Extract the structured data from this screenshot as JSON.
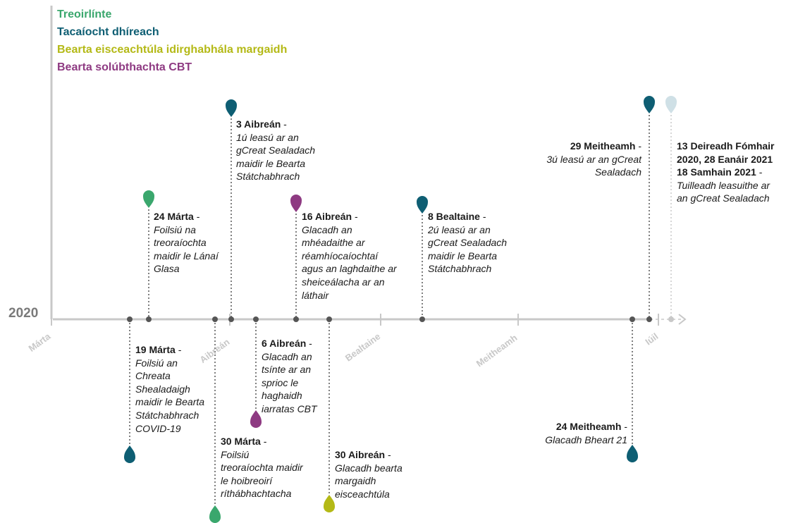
{
  "legend": [
    {
      "label": "Treoirlínte",
      "color": "#3aa76d"
    },
    {
      "label": "Tacaíocht dhíreach",
      "color": "#0e5e73"
    },
    {
      "label": "Bearta eisceachtúla idirghabhála margaidh",
      "color": "#b4b916"
    },
    {
      "label": "Bearta solúbthachta CBT",
      "color": "#8e3a82"
    }
  ],
  "year": "2020",
  "months": [
    "Márta",
    "Aibreán",
    "Bealtaine",
    "Meitheamh",
    "Iúil"
  ],
  "events": [
    {
      "date": "24 Márta",
      "text": "Foilsiú na treoraíochta maidir le Lánaí Glasa"
    },
    {
      "date": "3 Aibreán",
      "text": "1ú leasú ar an gCreat Sealadach maidir le Bearta Státchabhrach"
    },
    {
      "date": "16 Aibreán",
      "text": "Glacadh an mhéadaithe ar réamhíocaíochtaí agus an laghdaithe ar sheiceálacha ar an láthair"
    },
    {
      "date": "8 Bealtaine",
      "text": "2ú leasú ar an gCreat Sealadach maidir le Bearta Státchabhrach"
    },
    {
      "date": "29 Meitheamh",
      "text": "3ú leasú ar an gCreat Sealadach"
    },
    {
      "date": "13 Deireadh Fómhair 2020, 28 Eanáir 2021 18 Samhain 2021",
      "text": "Tuilleadh leasuithe ar an gCreat Sealadach"
    },
    {
      "date": "19 Márta",
      "text": "Foilsiú an Chreata Shealadaigh maidir le Bearta Státchabhrach COVID-19"
    },
    {
      "date": "30 Márta",
      "text": "Foilsiú treoraíochta maidir le hoibreoirí ríthábhachtacha"
    },
    {
      "date": "6 Aibreán",
      "text": "Glacadh an tsínte ar an sprioc le haghaidh iarratas CBT"
    },
    {
      "date": "30 Aibreán",
      "text": "Glacadh bearta margaidh eisceachtúla"
    },
    {
      "date": "24 Meitheamh",
      "text": "Glacadh Bheart 21"
    }
  ]
}
